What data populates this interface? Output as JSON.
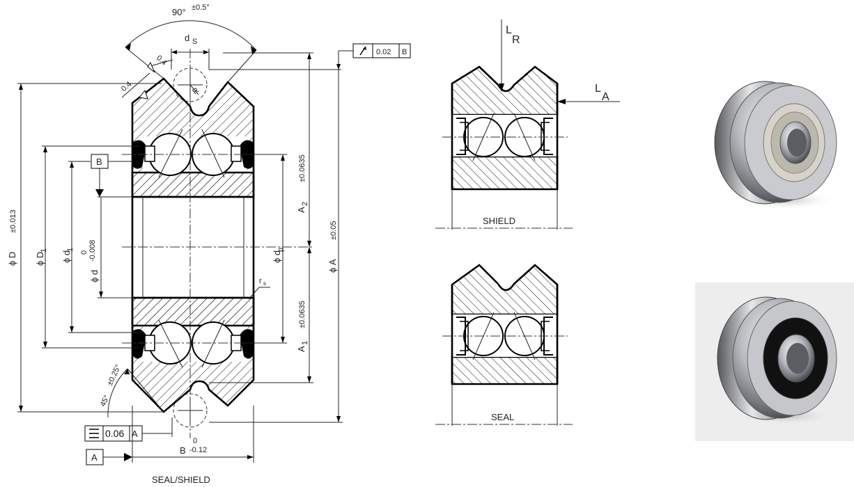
{
  "main_drawing": {
    "angle_top": "90°",
    "angle_top_tol": "±0.5°",
    "ds_label": "d",
    "ds_sub": "S",
    "chamfer_a": "0.4",
    "chamfer_b": "0.4",
    "radius_label": "R",
    "runout_value": "0.02",
    "runout_datum": "B",
    "datum_b": "B",
    "datum_a": "A",
    "flatness_value": "0.06",
    "flatness_datum": "A",
    "phi_D": "ϕ D",
    "phi_D_tol": "±0.013",
    "phi_D1": "ϕ D",
    "phi_D1_sub": "1",
    "phi_d1": "ϕ d",
    "phi_d1_sub": "1",
    "phi_d": "ϕ d",
    "phi_d_tol_upper": "0",
    "phi_d_tol_lower": "-0.008",
    "phi_dp": "ϕ d",
    "phi_dp_sub": "p",
    "a2_label": "A",
    "a2_sub": "2",
    "a2_tol": "±0.0635",
    "a1_label": "A",
    "a1_sub": "1",
    "a1_tol": "±0.0635",
    "phi_A": "ϕ A",
    "phi_A_tol": "±0.05",
    "rs_label": "r",
    "rs_sub": "s",
    "angle_bottom": "45°",
    "angle_bottom_tol": "±0.25°",
    "b_label": "B",
    "b_tol_upper": "0",
    "b_tol_lower": "-0.12",
    "caption": "SEAL/SHIELD"
  },
  "side_views": {
    "lr_label": "L",
    "lr_sub": "R",
    "la_label": "L",
    "la_sub": "A",
    "shield_caption": "SHIELD",
    "seal_caption": "SEAL"
  },
  "photos": {
    "shield_photo": "bearing-shield-photo",
    "seal_photo": "bearing-seal-photo"
  }
}
